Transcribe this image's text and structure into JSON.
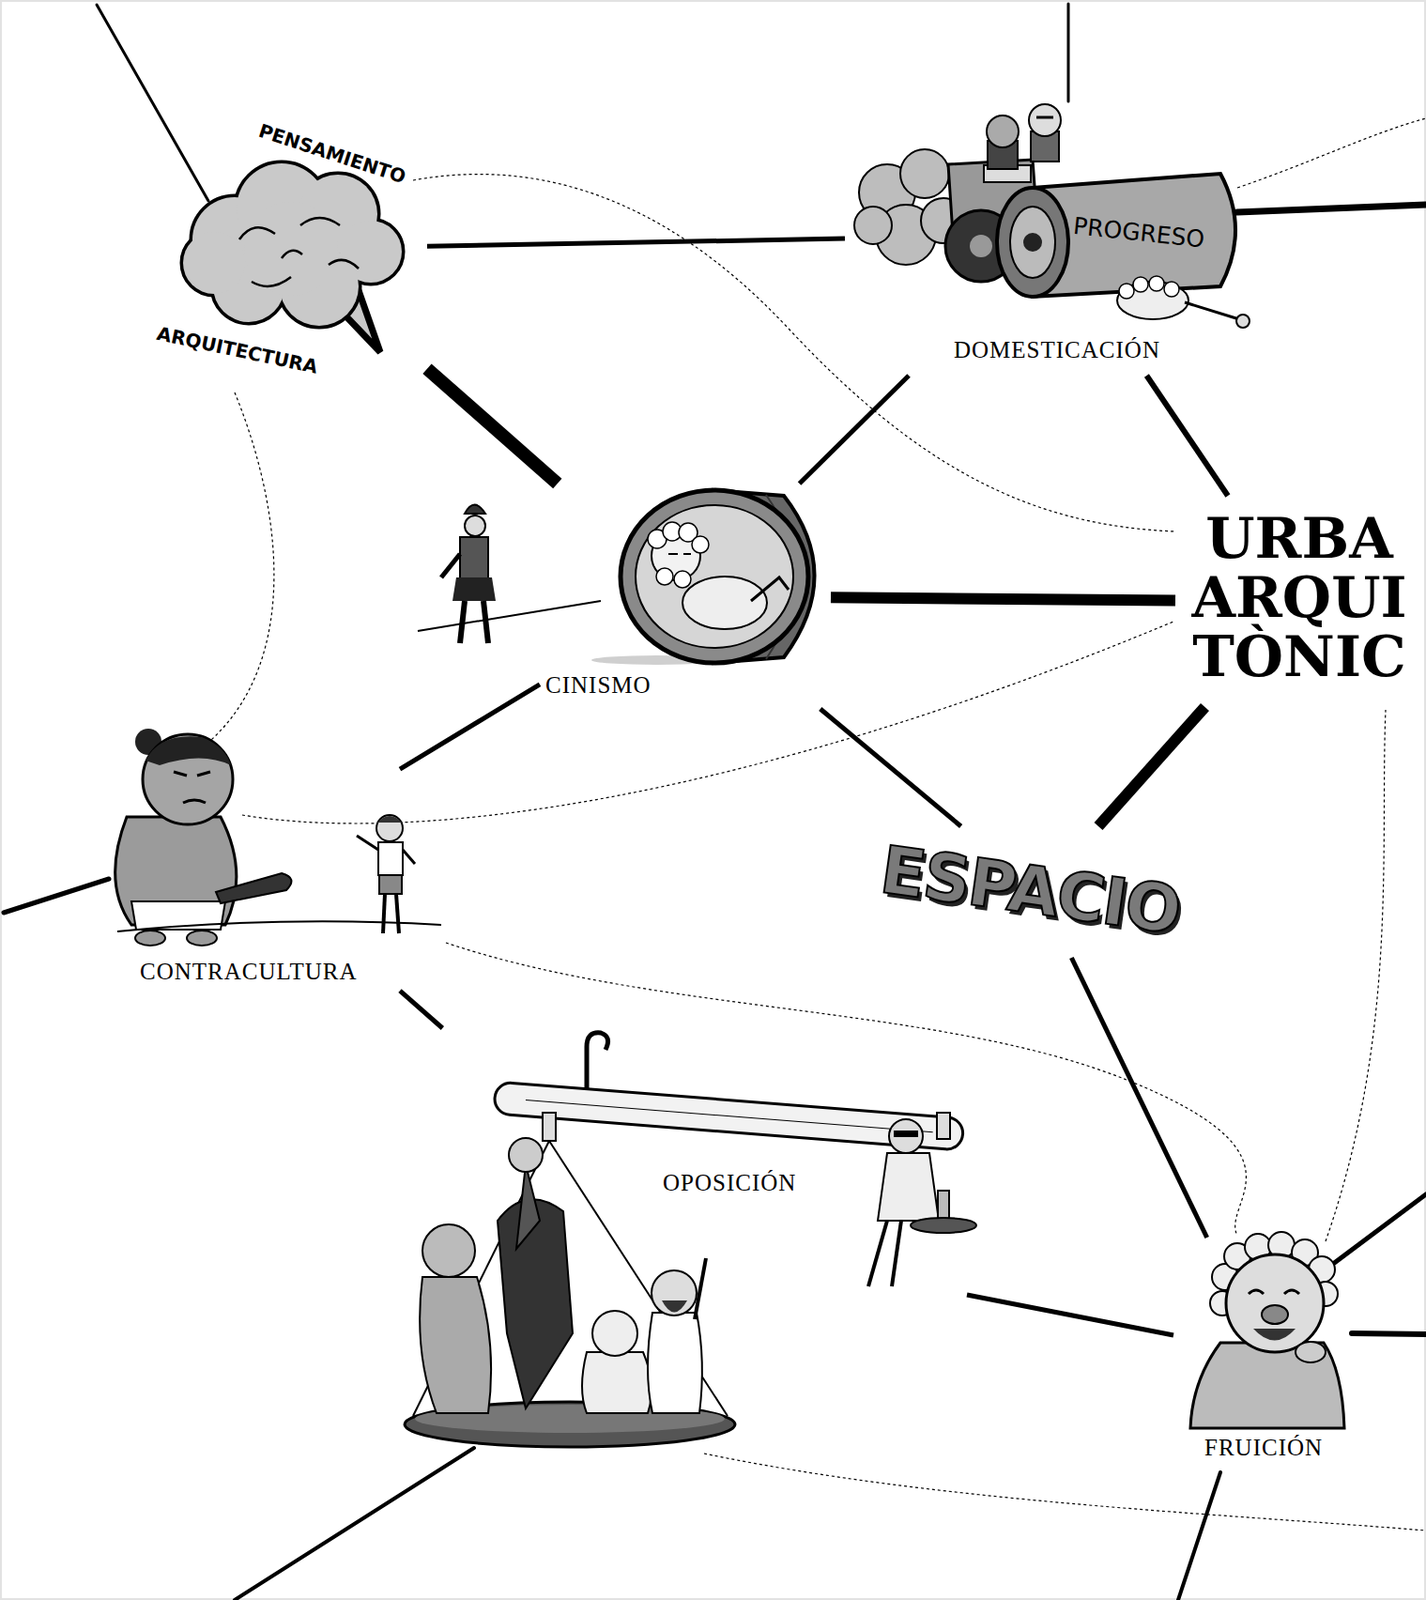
{
  "diagram": {
    "nodes": [
      {
        "text": [
          "PENSAMIENTO",
          "ARQUITECTURA"
        ]
      },
      {
        "text": [
          "DOMESTICACIÓN"
        ]
      },
      {
        "text": [
          "CINISMO"
        ]
      },
      {
        "text": [
          "URBA ARQUI TÒNIC"
        ]
      },
      {
        "text": [
          "CONTRACULTURA"
        ]
      },
      {
        "text": [
          "ESPACIO"
        ]
      },
      {
        "text": [
          "OPOSICIÓN"
        ]
      },
      {
        "text": [
          "FRUICIÓN"
        ]
      }
    ],
    "edges": [
      {
        "from": 0,
        "to": 1,
        "arrow": "none"
      },
      {
        "from": 0,
        "to": 2,
        "arrow": "none"
      },
      {
        "from": 1,
        "to": 2,
        "arrow": "none"
      },
      {
        "from": 1,
        "to": 3,
        "arrow": "none"
      },
      {
        "from": 2,
        "to": 3,
        "arrow": "none"
      },
      {
        "from": 2,
        "to": 4,
        "arrow": "none"
      },
      {
        "from": 2,
        "to": 5,
        "arrow": "none"
      },
      {
        "from": 5,
        "to": 3,
        "arrow": "none"
      },
      {
        "from": 5,
        "to": 7,
        "arrow": "none"
      },
      {
        "from": 4,
        "to": 6,
        "arrow": "none"
      },
      {
        "from": 6,
        "to": 7,
        "arrow": "none"
      }
    ],
    "labels": [
      "PROGRESO"
    ]
  }
}
